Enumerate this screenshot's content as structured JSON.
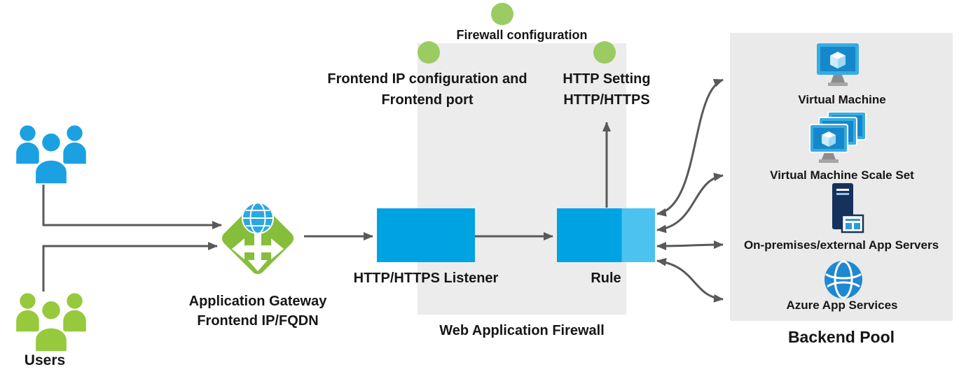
{
  "users": {
    "label": "Users"
  },
  "gateway": {
    "label_line1": "Application Gateway",
    "label_line2": "Frontend IP/FQDN"
  },
  "listener": {
    "label": "HTTP/HTTPS Listener"
  },
  "rule": {
    "label": "Rule"
  },
  "waf": {
    "label": "Web Application Firewall"
  },
  "callouts": {
    "firewall": {
      "label": "Firewall configuration"
    },
    "frontend": {
      "line1": "Frontend IP configuration and",
      "line2": "Frontend port"
    },
    "http_setting": {
      "line1": "HTTP Setting",
      "line2": "HTTP/HTTPS"
    }
  },
  "backend": {
    "label": "Backend Pool",
    "items": [
      {
        "label": "Virtual Machine"
      },
      {
        "label": "Virtual Machine Scale Set"
      },
      {
        "label": "On-premises/external App Servers"
      },
      {
        "label": "Azure App Services"
      }
    ]
  },
  "colors": {
    "user_blue": "#1BA1E2",
    "user_green": "#97C93D",
    "callout_green": "#9BCB63",
    "gateway_green": "#86BE3C",
    "block_blue": "#00A3E2",
    "block_blue_light": "#4CC2F1",
    "arrow_gray": "#595959",
    "region_gray": "#ECECEC",
    "server_navy": "#16325C",
    "azure_blue": "#1E88D2"
  }
}
